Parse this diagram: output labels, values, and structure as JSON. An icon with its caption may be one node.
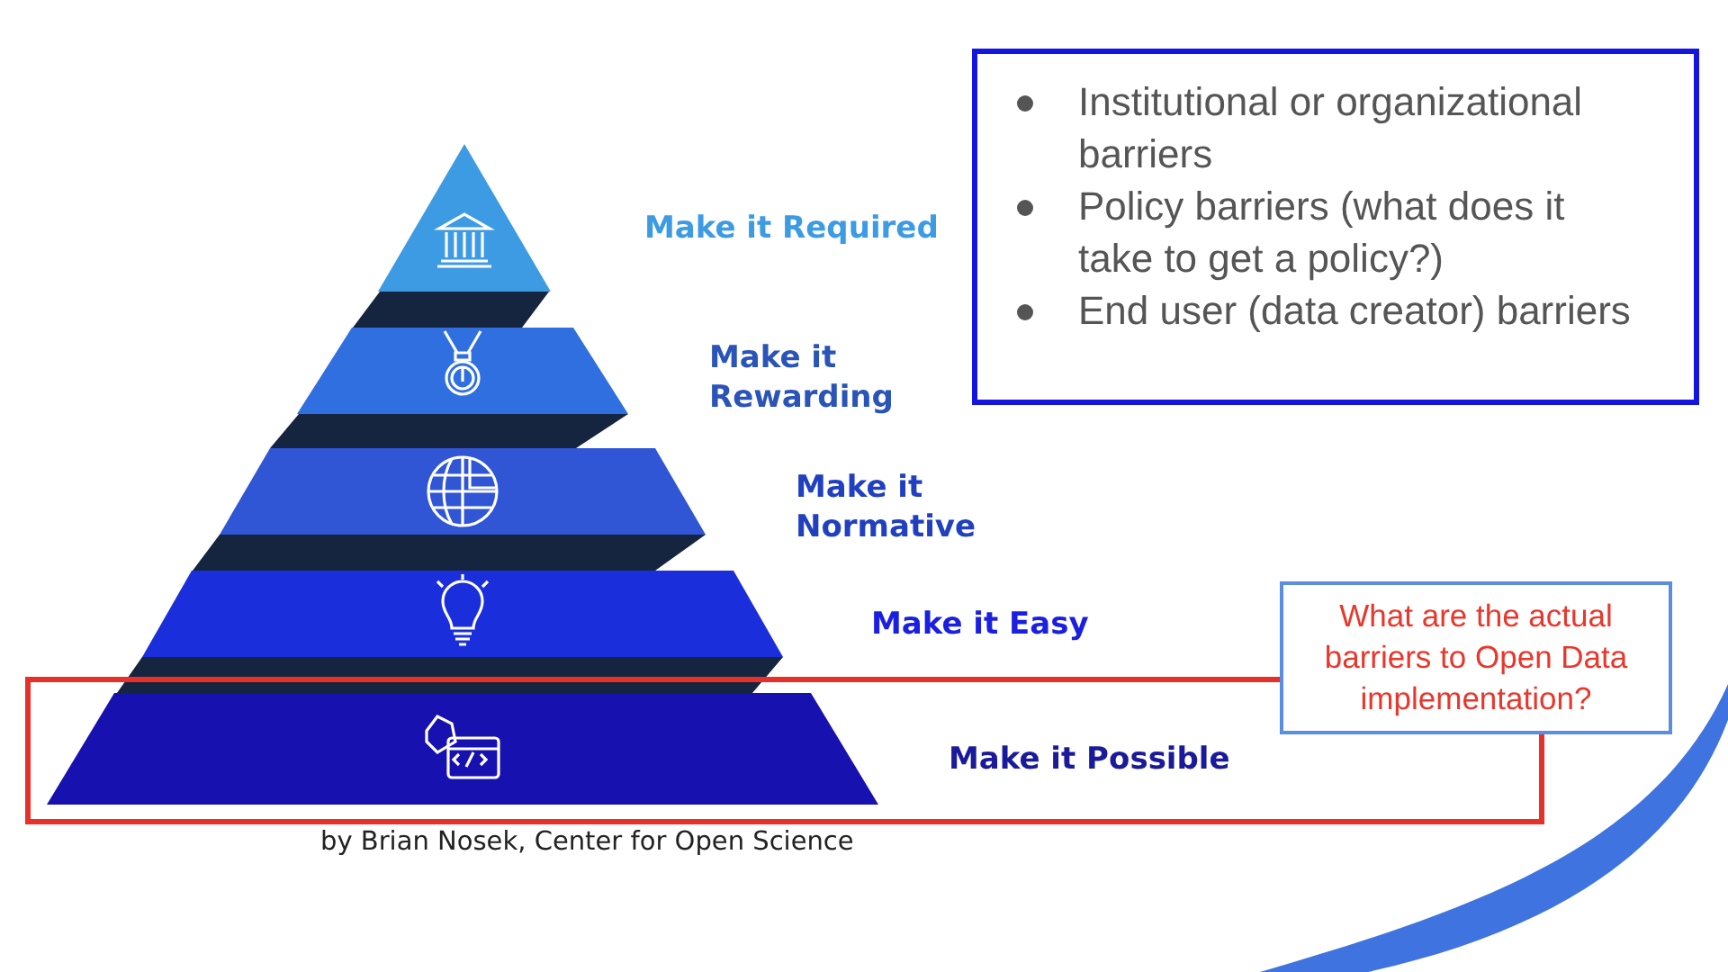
{
  "diagram": {
    "nodes": [
      {
        "text": [],
        "shape": "triangle"
      },
      {
        "text": [],
        "shape": "trapezoid"
      },
      {
        "text": [],
        "shape": "trapezoid"
      },
      {
        "text": [],
        "shape": "trapezoid"
      },
      {
        "text": [],
        "shape": "trapezoid"
      },
      {
        "text": [
          "Institutional or organizational barriers",
          "Policy barriers (what does it take to get a policy?)",
          "End user (data creator) barriers"
        ]
      },
      {
        "text": [
          "What are the actual barriers to Open Data implementation?"
        ]
      }
    ],
    "edges": [],
    "labels": [
      "Make it Required",
      "Make it Rewarding",
      "Make it Normative",
      "Make it Easy",
      "Make it Possible",
      "by Brian Nosek, Center for Open Science"
    ]
  }
}
